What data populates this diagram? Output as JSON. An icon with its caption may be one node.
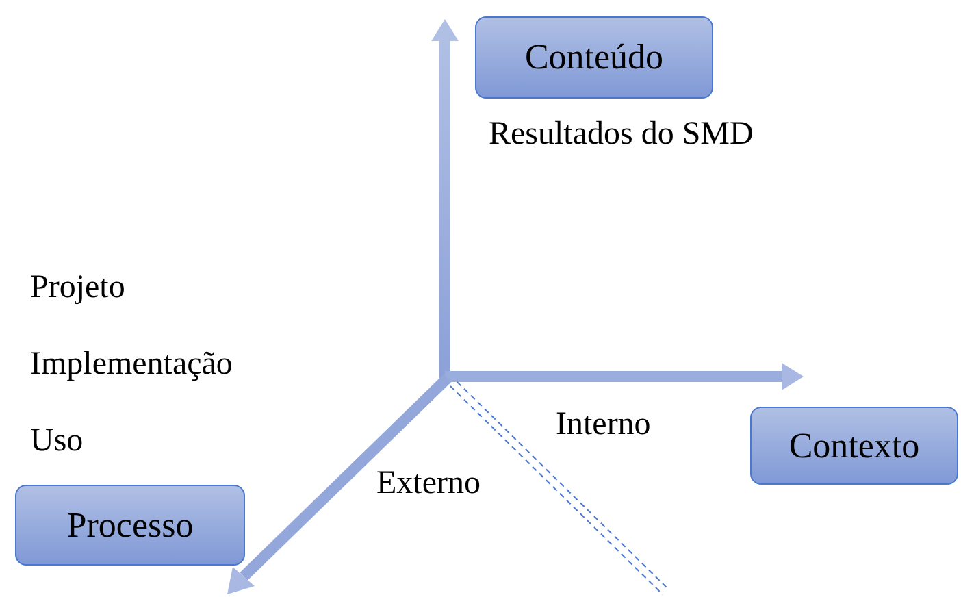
{
  "diagram": {
    "nodes": [
      {
        "text": [
          "Conteúdo"
        ]
      },
      {
        "text": [
          "Contexto"
        ]
      },
      {
        "text": [
          "Processo"
        ]
      }
    ],
    "labels": [
      "Resultados do SMD",
      "Projeto",
      "Implementação",
      "Uso",
      "Interno",
      "Externo"
    ]
  }
}
